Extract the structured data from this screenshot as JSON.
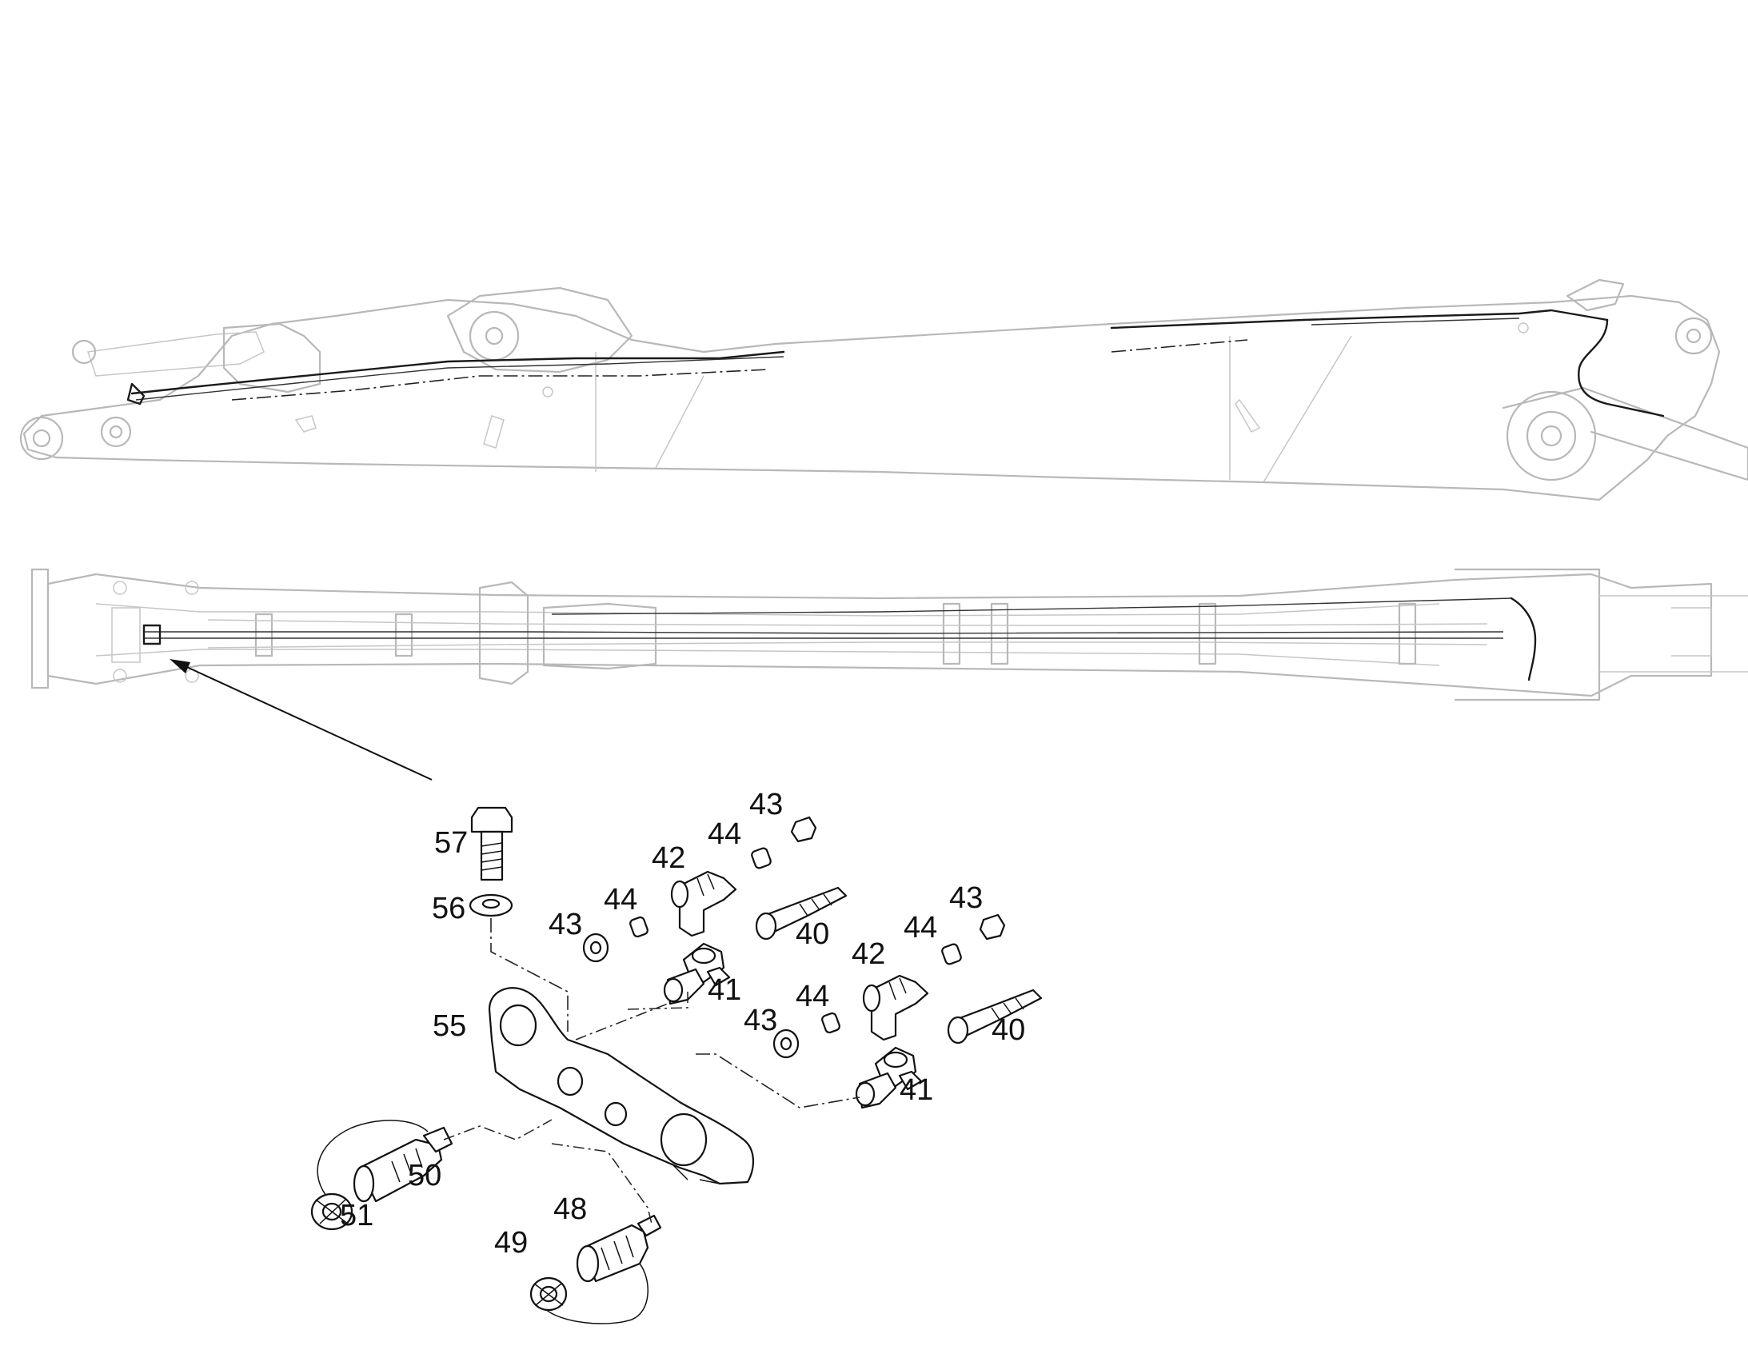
{
  "callouts": {
    "c57": "57",
    "c56": "56",
    "c55": "55",
    "c50": "50",
    "c51": "51",
    "c48": "48",
    "c49": "49",
    "c43a": "43",
    "c44a": "44",
    "c42a": "42",
    "c44b": "44",
    "c43b": "43",
    "c40a": "40",
    "c41a": "41",
    "c43c": "43",
    "c44c": "44",
    "c42b": "42",
    "c44d": "44",
    "c43d": "43",
    "c40b": "40",
    "c41b": "41"
  },
  "colors": {
    "line_art": "#111111",
    "background_art": "#b8b8b8",
    "background": "#ffffff"
  }
}
